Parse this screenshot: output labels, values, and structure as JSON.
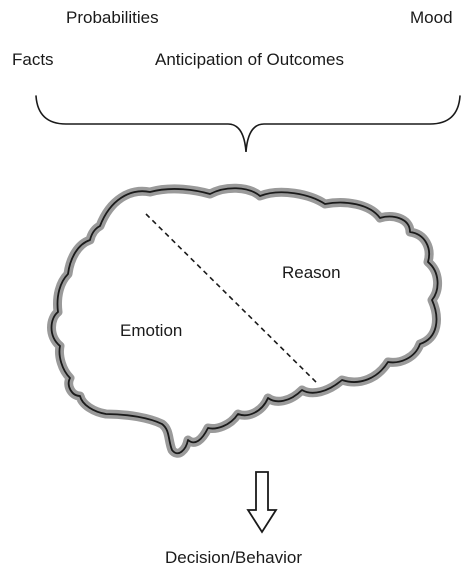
{
  "inputs": {
    "probabilities": "Probabilities",
    "mood": "Mood",
    "facts": "Facts",
    "anticipation": "Anticipation of Outcomes"
  },
  "brain": {
    "reason_label": "Reason",
    "emotion_label": "Emotion"
  },
  "output": {
    "decision_label": "Decision/Behavior"
  },
  "colors": {
    "ink": "#1a1a1a",
    "outline_halo": "#9a9a9a",
    "background": "#ffffff"
  }
}
